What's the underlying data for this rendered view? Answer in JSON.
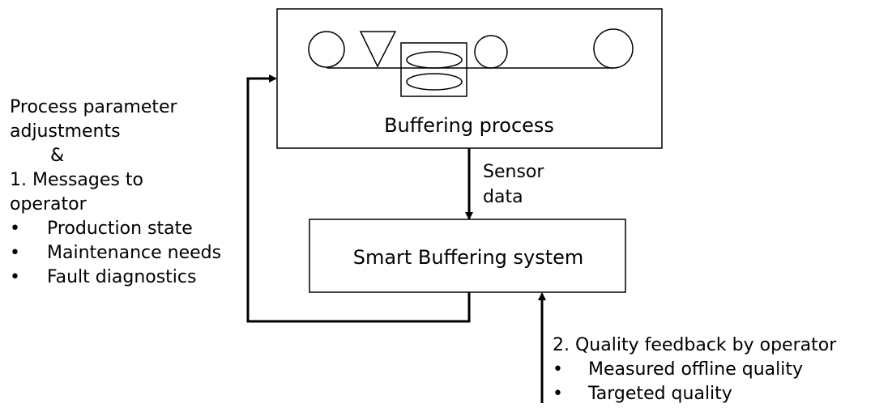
{
  "left_panel": {
    "line1": "Process parameter",
    "line2": "adjustments",
    "ampersand": "&",
    "messages_line1": "1. Messages to",
    "messages_line2": "operator",
    "bullets": [
      "Production state",
      "Maintenance needs",
      "Fault diagnostics"
    ]
  },
  "process_box": {
    "label": "Buffering process"
  },
  "sensor": {
    "line1": "Sensor",
    "line2": "data"
  },
  "system_box": {
    "label": "Smart Buffering system"
  },
  "quality": {
    "title": "2. Quality feedback by operator",
    "bullets": [
      "Measured offline quality",
      "Targeted quality"
    ]
  }
}
